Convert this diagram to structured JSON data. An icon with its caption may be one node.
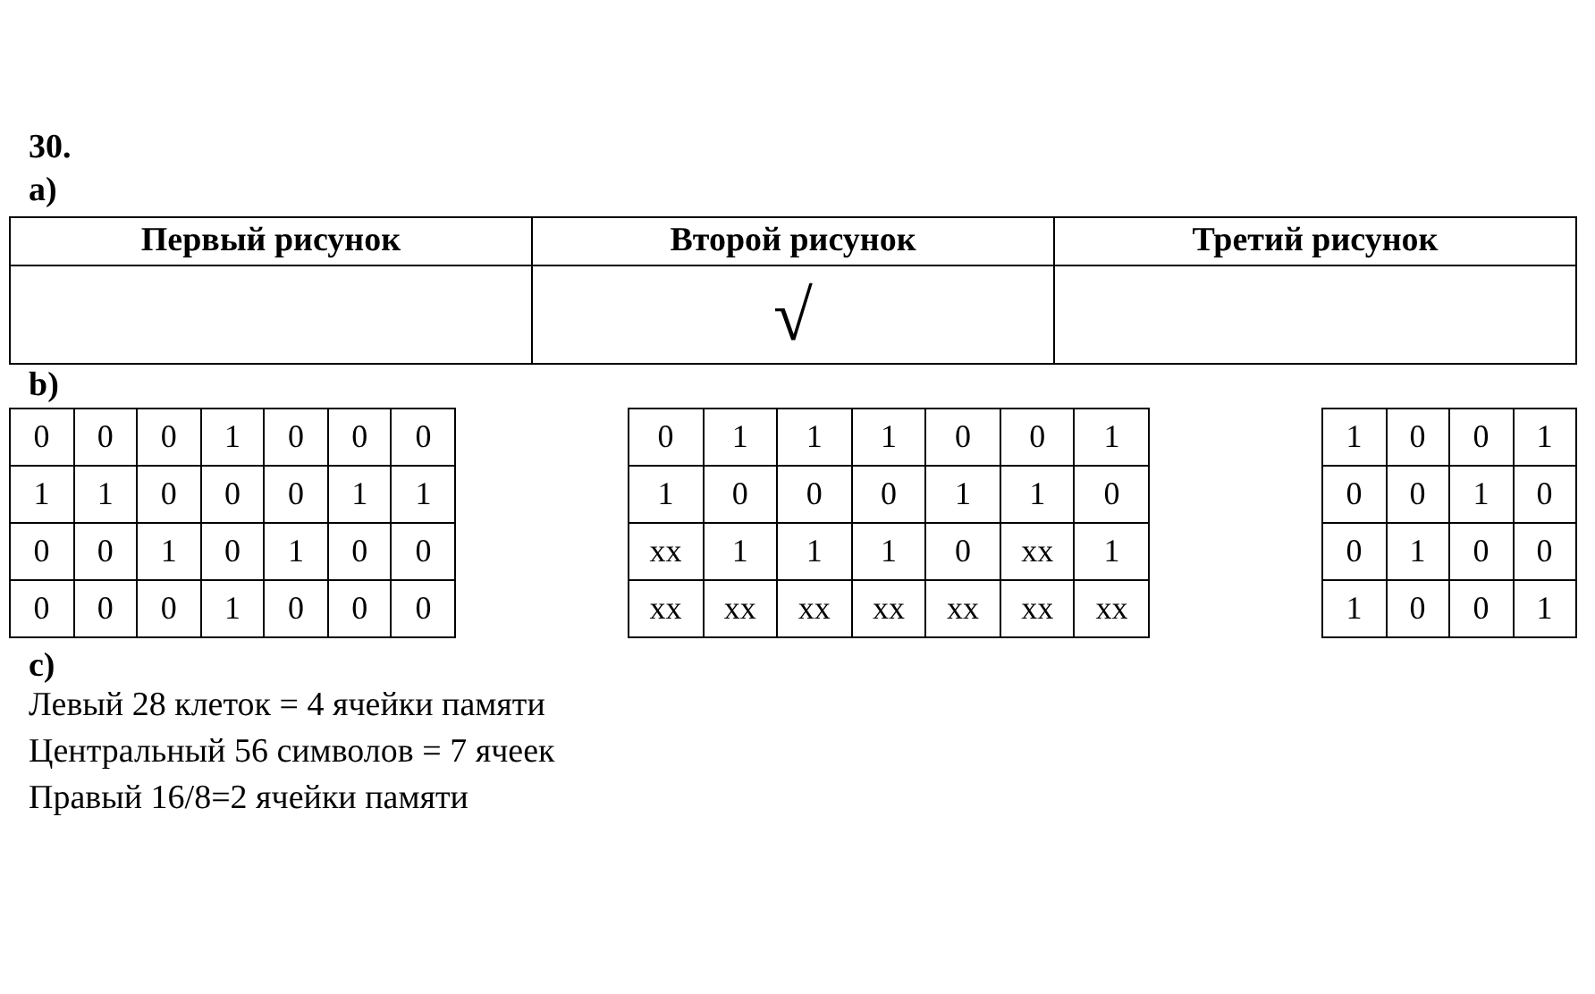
{
  "diagram": {
    "labels": [
      "30.",
      "а)",
      "Первый рисунок",
      "Второй рисунок",
      "Третий рисунок",
      "√",
      "b)",
      "0",
      "0",
      "0",
      "1",
      "0",
      "0",
      "0",
      "1",
      "1",
      "0",
      "0",
      "0",
      "1",
      "1",
      "0",
      "0",
      "1",
      "0",
      "1",
      "0",
      "0",
      "0",
      "0",
      "0",
      "1",
      "0",
      "0",
      "0",
      "0",
      "1",
      "1",
      "1",
      "0",
      "0",
      "1",
      "1",
      "0",
      "0",
      "0",
      "1",
      "1",
      "0",
      "xx",
      "1",
      "1",
      "1",
      "0",
      "xx",
      "1",
      "xx",
      "xx",
      "xx",
      "xx",
      "xx",
      "xx",
      "xx",
      "1",
      "0",
      "0",
      "1",
      "0",
      "0",
      "1",
      "0",
      "0",
      "1",
      "0",
      "0",
      "1",
      "0",
      "0",
      "1",
      "c)",
      "Левый 28 клеток = 4 ячейки памяти",
      "Центральный 56 символов = 7 ячеек",
      "Правый 16/8=2 ячейки памяти"
    ]
  }
}
